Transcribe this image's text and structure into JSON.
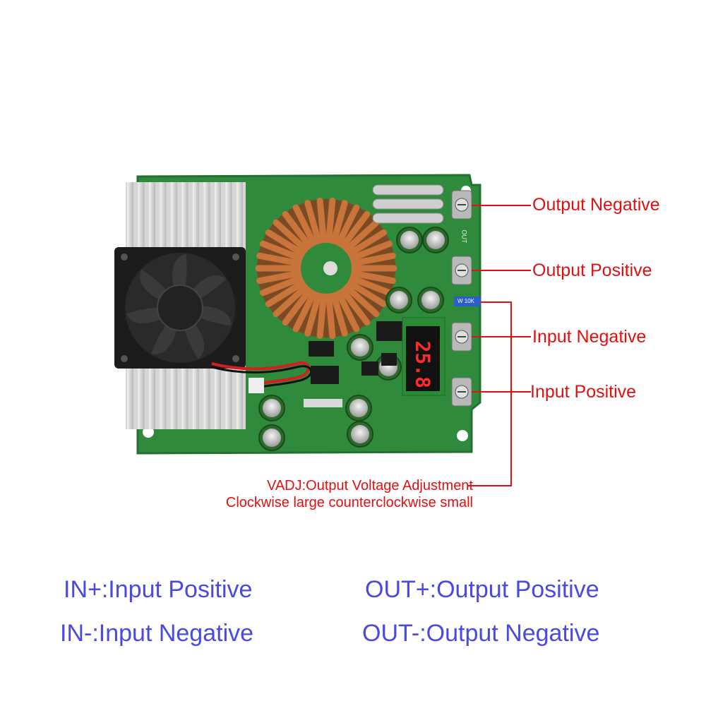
{
  "callouts": {
    "output_negative": "Output Negative",
    "output_positive": "Output Positive",
    "input_negative": "Input Negative",
    "input_positive": "Input Positive"
  },
  "vadj": {
    "line1": "VADJ:Output Voltage Adjustment",
    "line2": "Clockwise large counterclockwise small"
  },
  "legend": {
    "in_plus": "IN+:Input Positive",
    "in_minus": "IN-:Input Negative",
    "out_plus": "OUT+:Output Positive",
    "out_minus": "OUT-:Output Negative"
  },
  "board": {
    "display_reading": "25.8",
    "out_label": "OUT",
    "pot_label": "W 10K"
  },
  "colors": {
    "callout_red": "#e01010",
    "legend_blue": "#4a4ae0",
    "pcb_green": "#2f8a3c",
    "copper": "#c8743a"
  }
}
